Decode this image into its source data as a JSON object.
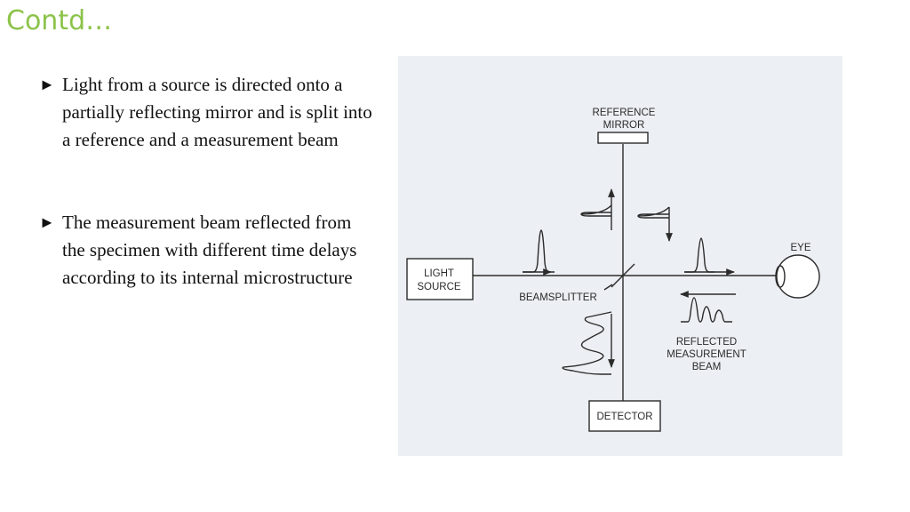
{
  "slide": {
    "title": "Contd…"
  },
  "bullets": [
    {
      "marker": "►",
      "text": "Light from a source is directed onto a partially reflecting mirror and is split into a reference and a measurement beam"
    },
    {
      "marker": "►",
      "text": "The measurement beam reflected from the specimen with different time delays according to its internal microstructure"
    }
  ],
  "diagram": {
    "labels": {
      "reference_mirror_line1": "REFERENCE",
      "reference_mirror_line2": "MIRROR",
      "light_source_line1": "LIGHT",
      "light_source_line2": "SOURCE",
      "beamsplitter": "BEAMSPLITTER",
      "eye": "EYE",
      "detector": "DETECTOR",
      "reflected_line1": "REFLECTED",
      "reflected_line2": "MEASUREMENT",
      "reflected_line3": "BEAM"
    },
    "colors": {
      "title": "#8cc34a",
      "figure_bg": "#eceff3",
      "ink": "#2b2b2b"
    }
  }
}
